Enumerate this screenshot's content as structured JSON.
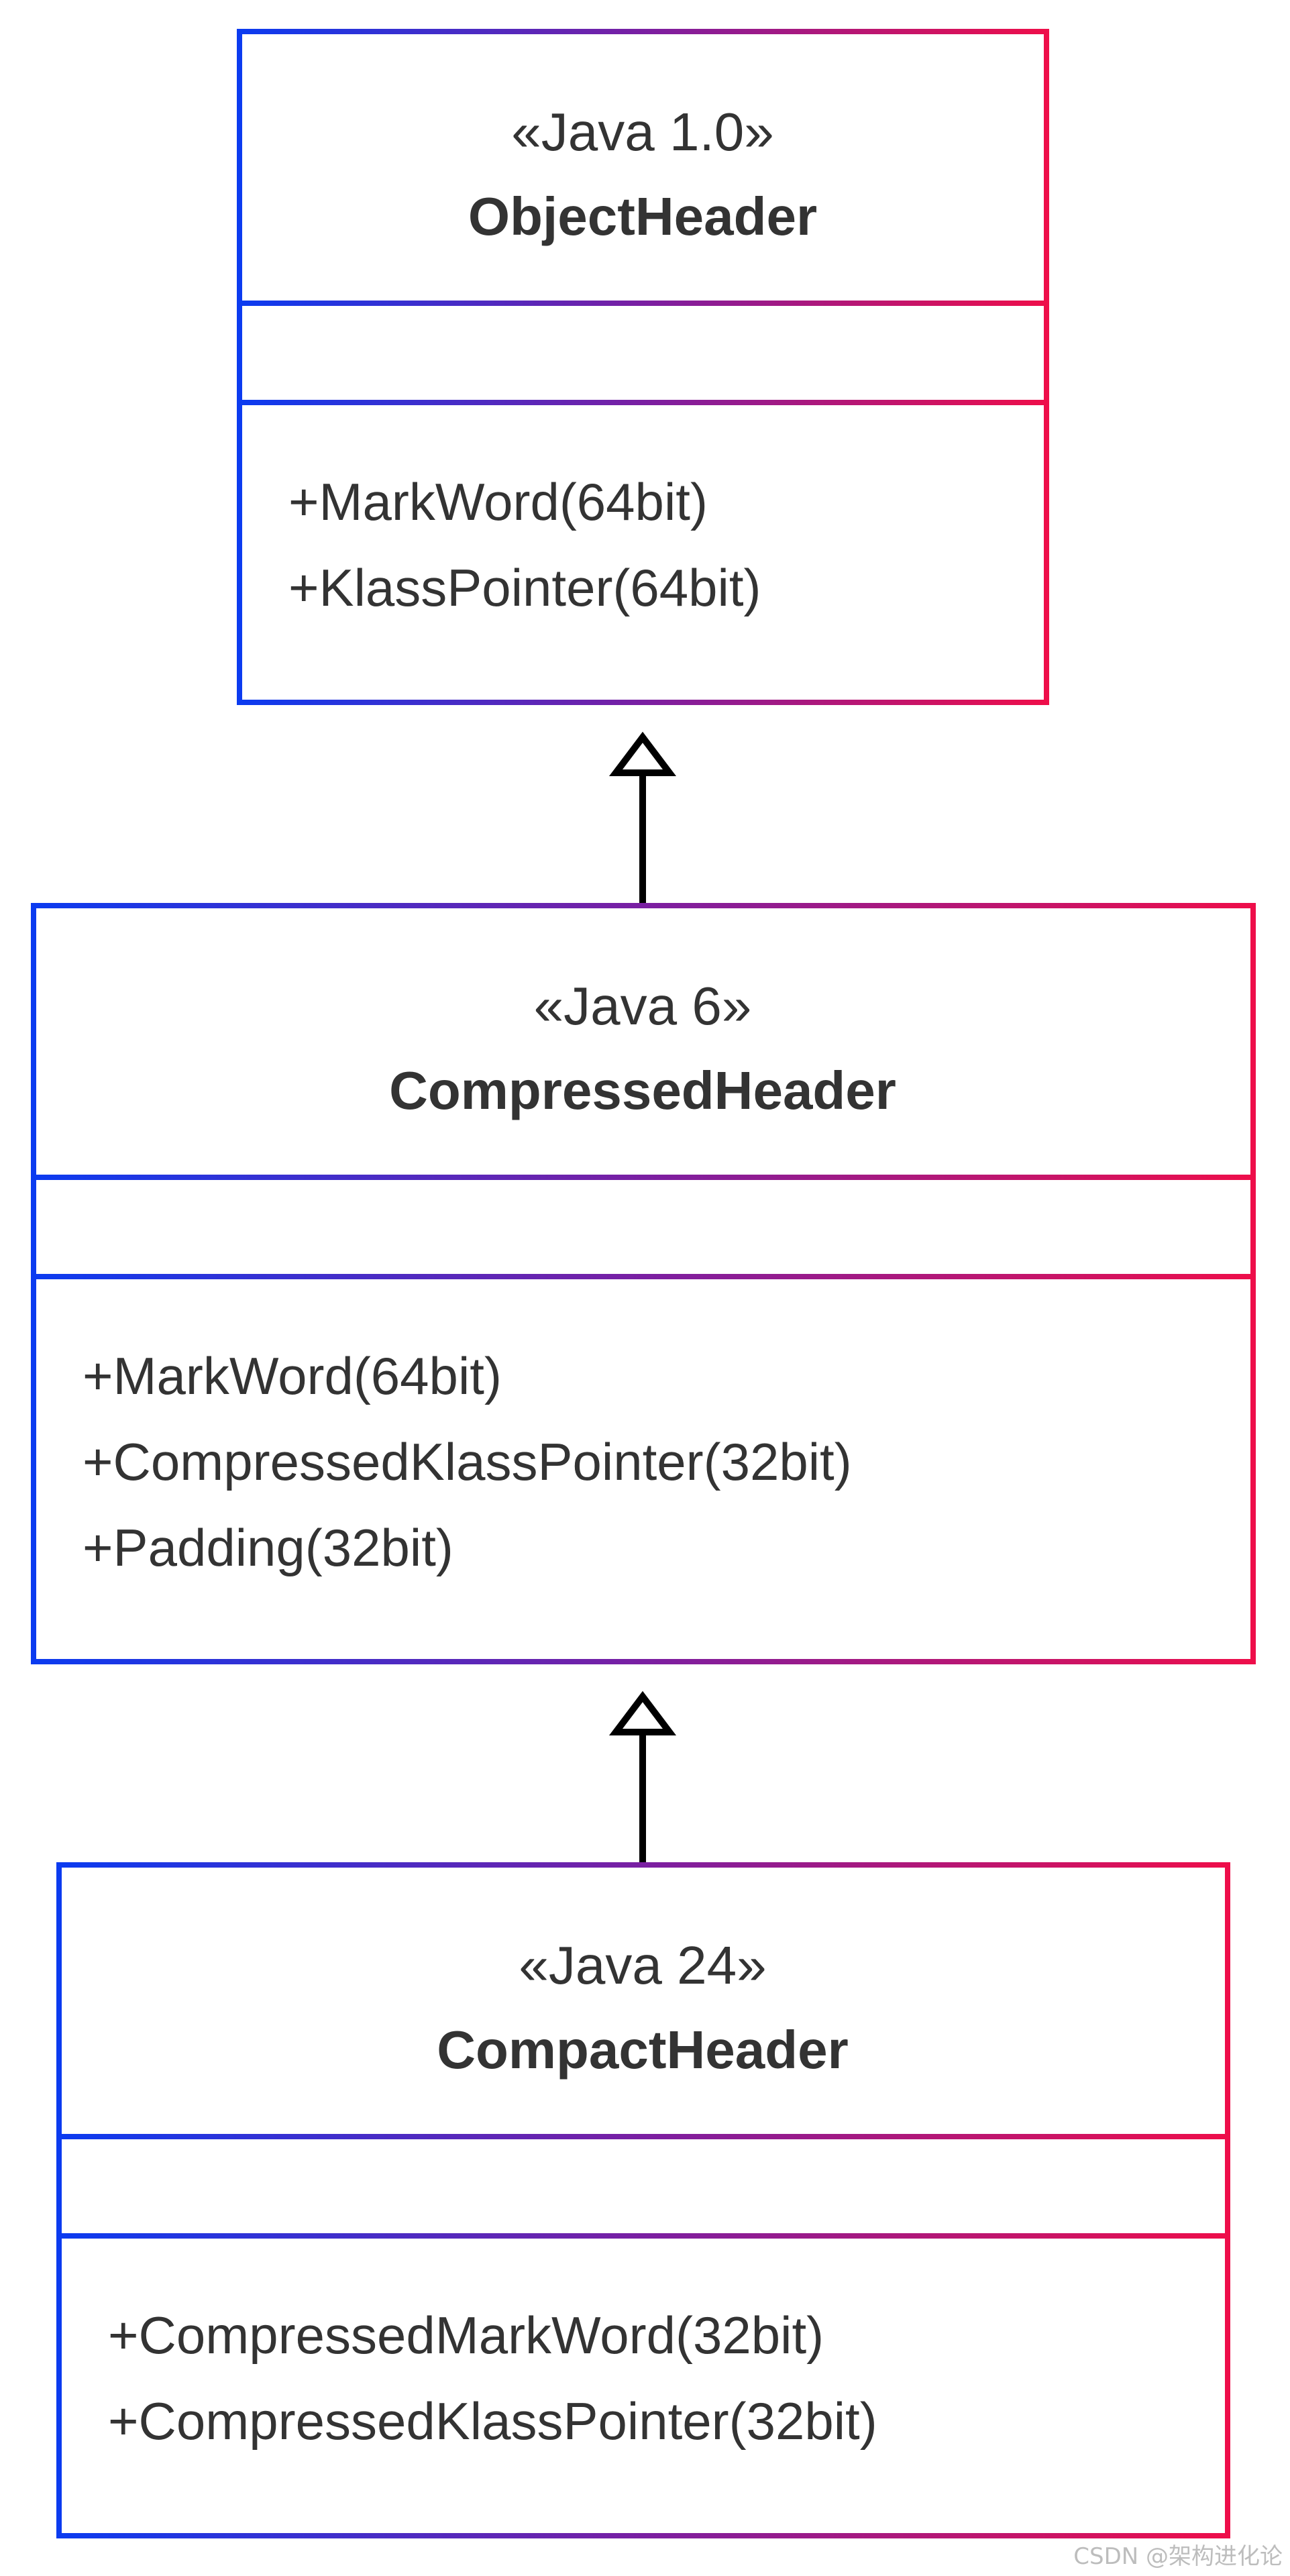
{
  "diagram": {
    "gradient_colors": {
      "start": "#0b3bf0",
      "middle": "#7a1fa2",
      "end": "#ee0e4a"
    },
    "arrow_color": "#000000",
    "text_color": "#333333",
    "classes": [
      {
        "id": "object-header",
        "stereotype": "«Java 1.0»",
        "name": "ObjectHeader",
        "attributes": [
          "+MarkWord(64bit)",
          "+KlassPointer(64bit)"
        ]
      },
      {
        "id": "compressed-header",
        "stereotype": "«Java 6»",
        "name": "CompressedHeader",
        "attributes": [
          "+MarkWord(64bit)",
          "+CompressedKlassPointer(32bit)",
          "+Padding(32bit)"
        ]
      },
      {
        "id": "compact-header",
        "stereotype": "«Java 24»",
        "name": "CompactHeader",
        "attributes": [
          "+CompressedMarkWord(32bit)",
          "+CompressedKlassPointer(32bit)"
        ]
      }
    ],
    "relations": [
      {
        "type": "inheritance",
        "from": "compressed-header",
        "to": "object-header"
      },
      {
        "type": "inheritance",
        "from": "compact-header",
        "to": "compressed-header"
      }
    ]
  },
  "watermark": "CSDN @架构进化论"
}
